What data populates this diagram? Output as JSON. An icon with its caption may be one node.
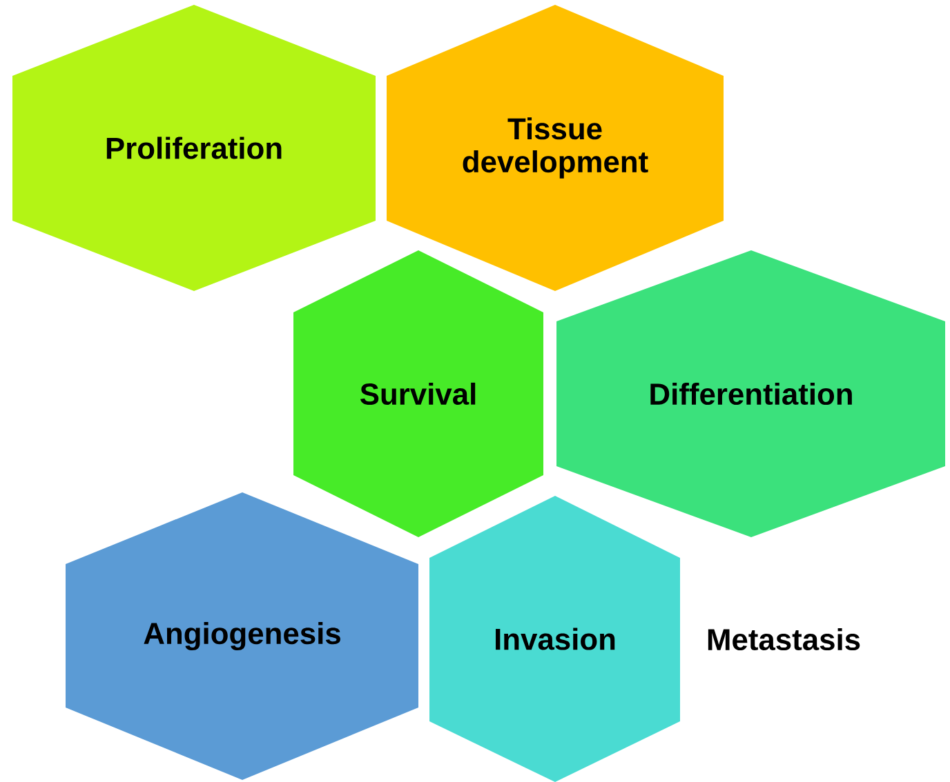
{
  "diagram": {
    "nodes": [
      {
        "text": [
          "Proliferation"
        ]
      },
      {
        "text": [
          "Tissue development"
        ]
      },
      {
        "text": [
          "Survival"
        ]
      },
      {
        "text": [
          "Differentiation"
        ]
      },
      {
        "text": [
          "Angiogenesis"
        ]
      },
      {
        "text": [
          "Invasion"
        ]
      }
    ],
    "labels": [
      "Metastasis"
    ]
  }
}
